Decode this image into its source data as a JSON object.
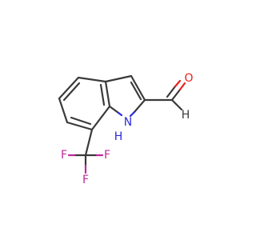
{
  "molecule": {
    "atoms": {
      "O": "O",
      "H_aldehyde": "H",
      "N": "N",
      "H_amine": "H",
      "F1": "F",
      "F2": "F",
      "F3": "F"
    },
    "colors": {
      "bond": "#3a3a3a",
      "oxygen": "#e8201c",
      "nitrogen": "#2b2bd8",
      "fluorine": "#c1289b",
      "hydrogen": "#3a3a3a"
    }
  }
}
